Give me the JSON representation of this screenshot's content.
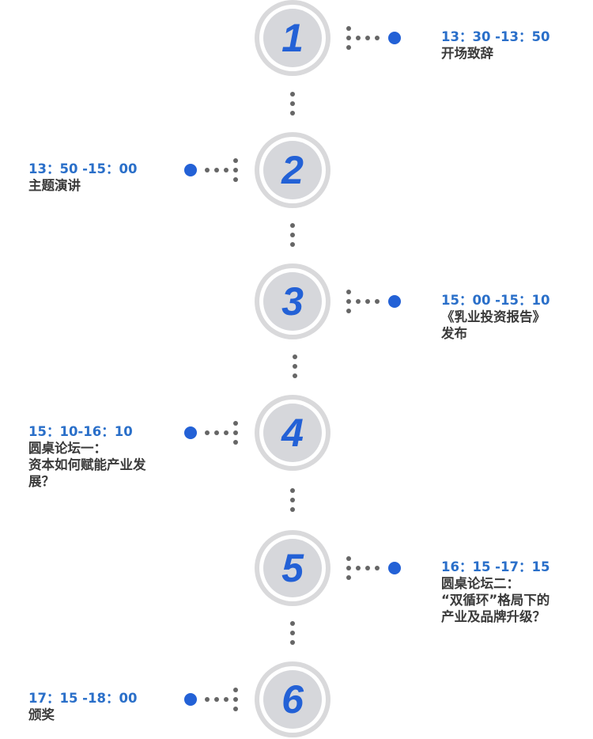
{
  "accent": "#2361d6",
  "steps": [
    {
      "num": "1",
      "time": "13：30 -13：50",
      "label": "开场致辞"
    },
    {
      "num": "2",
      "time": "13：50 -15：00",
      "label": "主题演讲"
    },
    {
      "num": "3",
      "time": "15：00 -15：10",
      "label": "《乳业投资报告》\n发布"
    },
    {
      "num": "4",
      "time": "15：10-16：10",
      "label": "圆桌论坛一：\n资本如何赋能产业发\n展？"
    },
    {
      "num": "5",
      "time": "16：15 -17：15",
      "label": "圆桌论坛二：\n“双循环”格局下的\n产业及品牌升级？"
    },
    {
      "num": "6",
      "time": "17：15 -18：00",
      "label": "颁奖"
    }
  ]
}
